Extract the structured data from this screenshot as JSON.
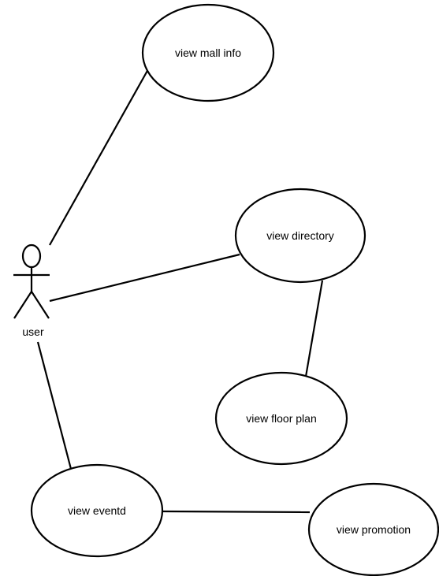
{
  "actor": {
    "label": "user",
    "icon": "stick-figure-icon"
  },
  "use_cases": {
    "view_mall_info": "view mall info",
    "view_directory": "view directory",
    "view_floor_plan": "view floor plan",
    "view_eventd": "view eventd",
    "view_promotion": "view promotion"
  },
  "associations": [
    [
      "user",
      "view mall info"
    ],
    [
      "user",
      "view directory"
    ],
    [
      "user",
      "view eventd"
    ],
    [
      "view directory",
      "view floor plan"
    ],
    [
      "view eventd",
      "view promotion"
    ]
  ]
}
